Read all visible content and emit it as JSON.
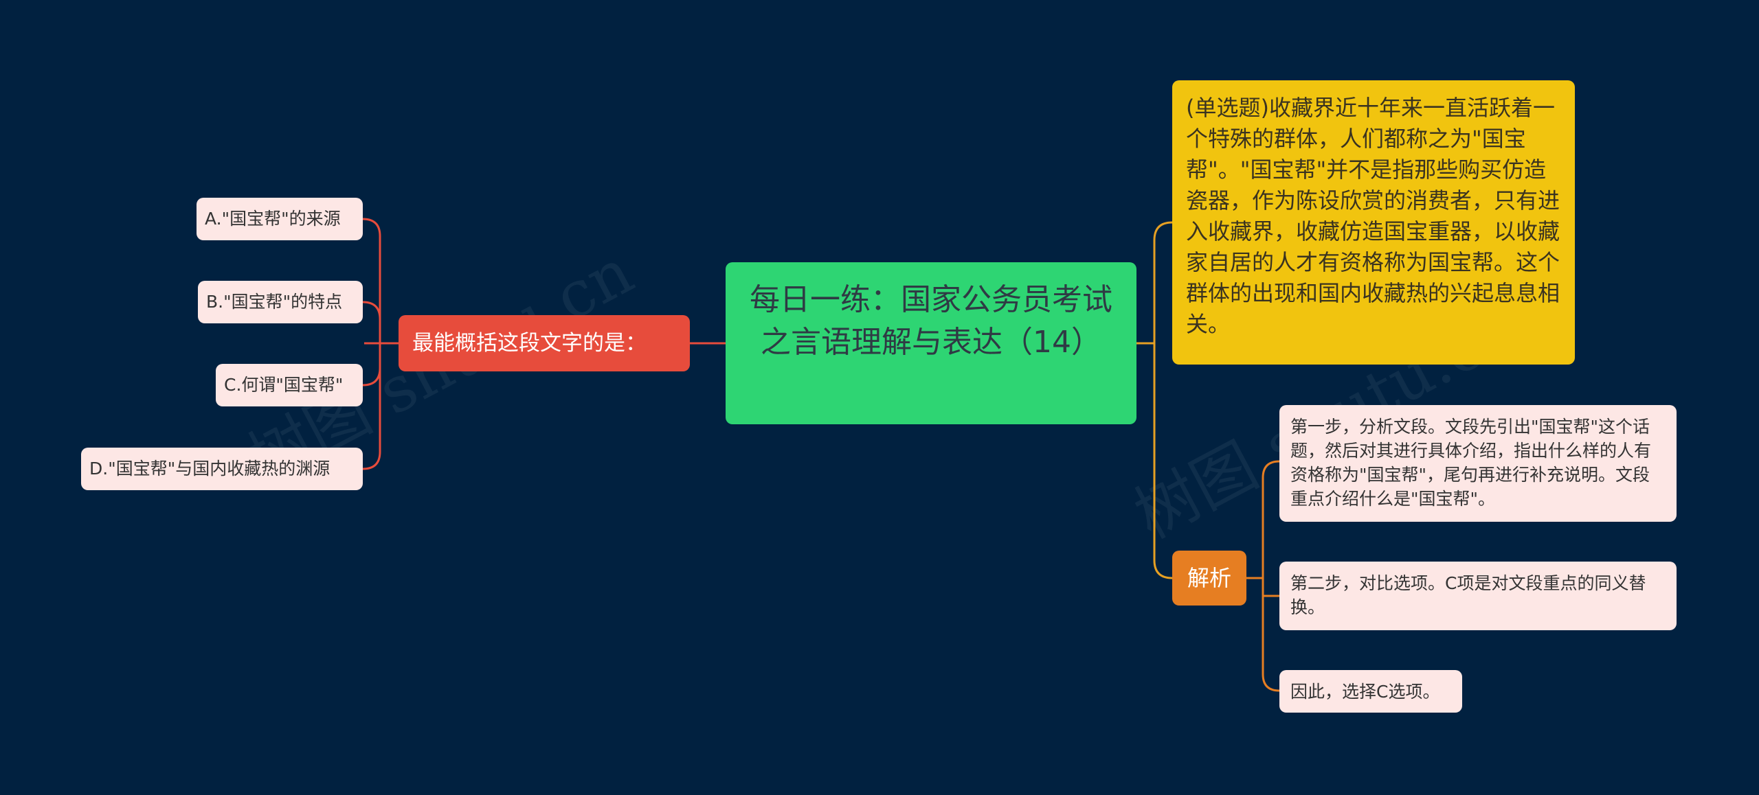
{
  "root": {
    "title": "每日一练：国家公务员考试之言语理解与表达（14）"
  },
  "question": {
    "prompt": "最能概括这段文字的是："
  },
  "options": [
    {
      "text": "A.\"国宝帮\"的来源"
    },
    {
      "text": "B.\"国宝帮\"的特点"
    },
    {
      "text": "C.何谓\"国宝帮\""
    },
    {
      "text": "D.\"国宝帮\"与国内收藏热的渊源"
    }
  ],
  "stem": {
    "text": "(单选题)收藏界近十年来一直活跃着一个特殊的群体，人们都称之为\"国宝帮\"。\"国宝帮\"并不是指那些购买仿造瓷器，作为陈设欣赏的消费者，只有进入收藏界，收藏仿造国宝重器，以收藏家自居的人才有资格称为国宝帮。这个群体的出现和国内收藏热的兴起息息相关。"
  },
  "analysis": {
    "label": "解析",
    "steps": [
      {
        "text": "第一步，分析文段。文段先引出\"国宝帮\"这个话题，然后对其进行具体介绍，指出什么样的人有资格称为\"国宝帮\"，尾句再进行补充说明。文段重点介绍什么是\"国宝帮\"。"
      },
      {
        "text": "第二步，对比选项。C项是对文段重点的同义替换。"
      },
      {
        "text": "因此，选择C选项。"
      }
    ]
  },
  "watermark": {
    "text": "树图 shutu.cn"
  },
  "colors": {
    "background": "#012140",
    "root": "#2ed573",
    "question": "#e74c3c",
    "stem": "#f1c40f",
    "analysis": "#e67e22",
    "leaf": "#fde7e5"
  }
}
